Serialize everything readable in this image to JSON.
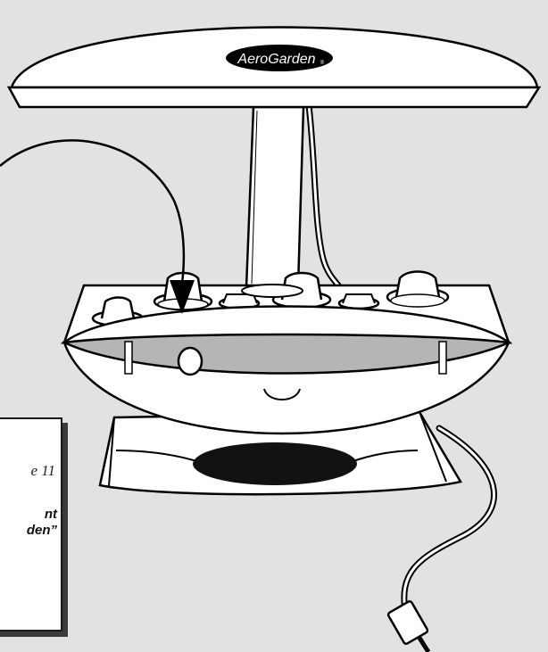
{
  "brand": {
    "logo_text": "AeroGarden",
    "trademark": "®"
  },
  "callout": {
    "page_ref": "e 11",
    "line1": "nt",
    "line2": "den”"
  },
  "colors": {
    "background": "#e2e2e2",
    "outline": "#000000",
    "fill": "#ffffff",
    "window": "#b5b5b5",
    "base": "#111111"
  }
}
